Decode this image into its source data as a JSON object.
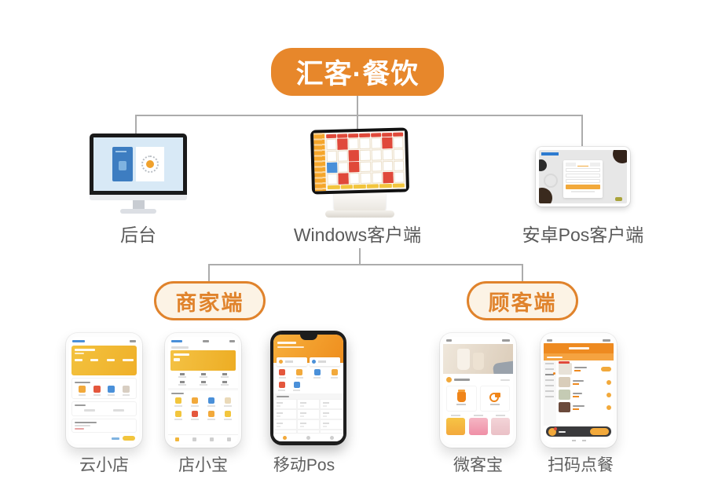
{
  "colors": {
    "brand_orange": "#E7872B",
    "pill_border": "#E0832C",
    "pill_background": "#FCF3E5",
    "connector_gray": "#ACACAC",
    "label_gray": "#5A5A5A",
    "accent_yellow": "#F2BC38",
    "accent_red": "#E0493A",
    "accent_blue": "#4A90D9"
  },
  "root": {
    "label": "汇客·餐饮"
  },
  "tier1": [
    {
      "label": "后台"
    },
    {
      "label": "Windows客户端"
    },
    {
      "label": "安卓Pos客户端"
    }
  ],
  "groups": [
    {
      "label": "商家端",
      "apps": [
        {
          "label": "云小店"
        },
        {
          "label": "店小宝"
        },
        {
          "label": "移动Pos"
        }
      ]
    },
    {
      "label": "顾客端",
      "apps": [
        {
          "label": "微客宝"
        },
        {
          "label": "扫码点餐"
        }
      ]
    }
  ],
  "icons": {
    "qr-sunburst-icon": "dotted-circle-orange-core",
    "drink-cup-icon": "orange-cup-shape",
    "delivery-scooter-icon": "orange-wheel-and-box",
    "cart-icon": "orange-circle-red-badge"
  }
}
